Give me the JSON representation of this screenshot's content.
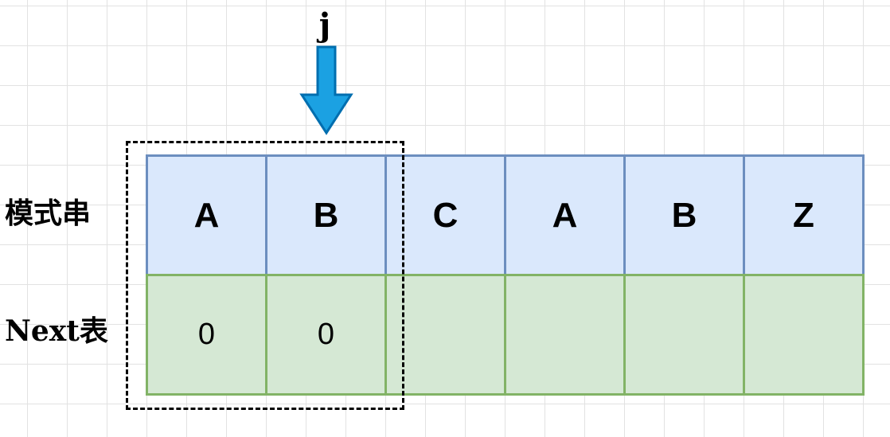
{
  "labels": {
    "pattern": "模式串",
    "next": "Next表"
  },
  "pointer": {
    "label": "j",
    "column_index": 1
  },
  "pattern": [
    "A",
    "B",
    "C",
    "A",
    "B",
    "Z"
  ],
  "next": [
    "0",
    "0",
    "",
    "",
    "",
    ""
  ],
  "highlight_columns": [
    0,
    1
  ],
  "colors": {
    "pattern_fill": "#dae8fc",
    "pattern_border": "#6c8ebf",
    "next_fill": "#d5e8d4",
    "next_border": "#82b366",
    "arrow_fill": "#1ba1e2",
    "arrow_border": "#006eaf"
  }
}
